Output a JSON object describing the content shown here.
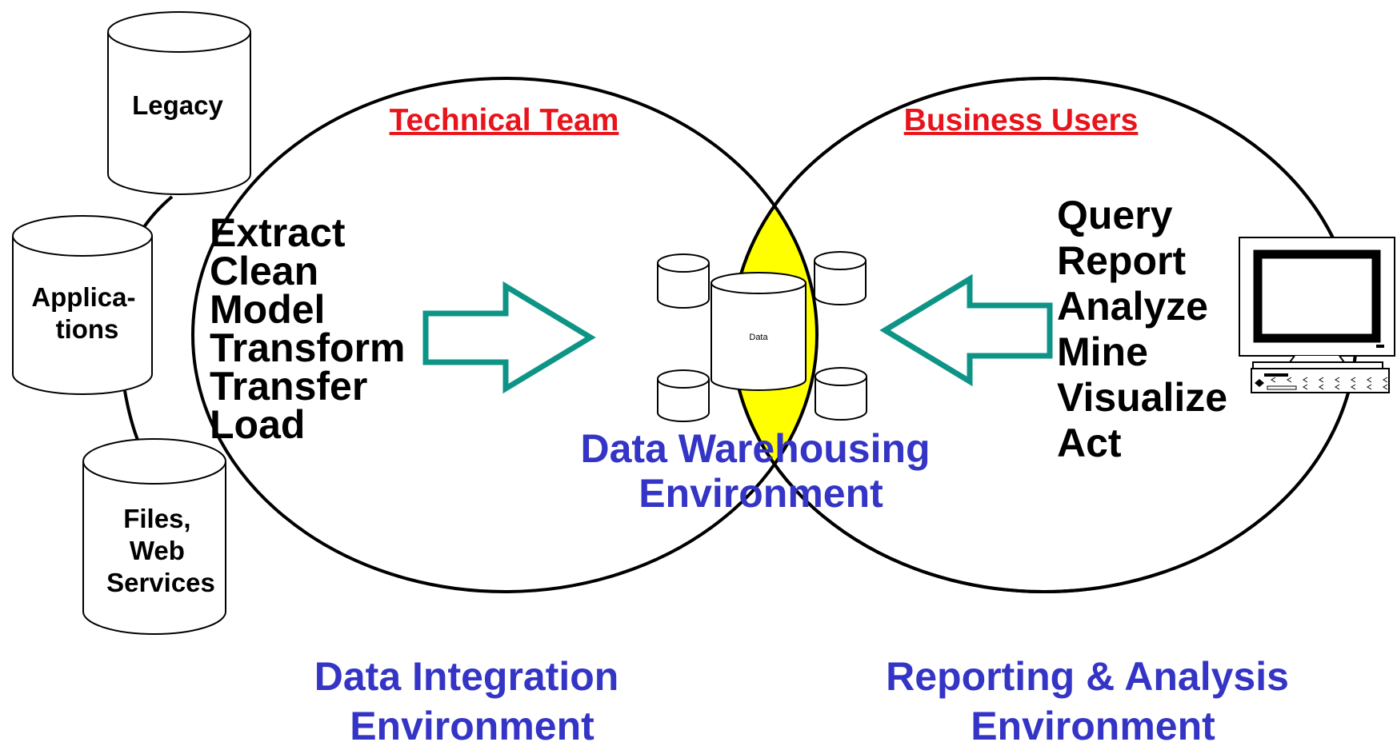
{
  "sources": [
    {
      "label_lines": [
        "Legacy"
      ]
    },
    {
      "label_lines": [
        "Applica-",
        "tions"
      ]
    },
    {
      "label_lines": [
        "Files,",
        "Web",
        "Services"
      ]
    }
  ],
  "left_circle": {
    "heading": "Technical Team",
    "steps": [
      "Extract",
      "Clean",
      "Model",
      "Transform",
      "Transfer",
      "Load"
    ]
  },
  "right_circle": {
    "heading": "Business Users",
    "steps": [
      "Query",
      "Report",
      "Analyze",
      "Mine",
      "Visualize",
      "Act"
    ]
  },
  "center": {
    "cylinder_label": "Data",
    "title_lines": [
      "Data Warehousing",
      "Environment"
    ]
  },
  "bottom": {
    "left_lines": [
      "Data Integration",
      "Environment"
    ],
    "right_lines": [
      "Reporting & Analysis",
      "Environment"
    ]
  },
  "colors": {
    "heading_red": "#e8141b",
    "environment_blue": "#3434c6",
    "arrow_teal": "#0e9486",
    "overlap_yellow": "#ffff00",
    "outline": "#000000"
  }
}
